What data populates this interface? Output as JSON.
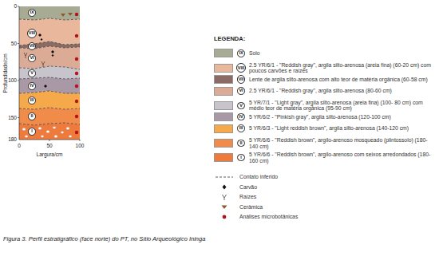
{
  "diagram": {
    "caption": "Figura 3. Perfil estratigráfico (face norte) do PT, no Sítio Arqueológico Ininga",
    "nodes": [
      {
        "text": [
          "IX"
        ]
      },
      {
        "text": [
          "VIII"
        ]
      },
      {
        "text": [
          "VII"
        ]
      },
      {
        "text": [
          "VI"
        ]
      },
      {
        "text": [
          "V"
        ]
      },
      {
        "text": [
          "IV"
        ]
      },
      {
        "text": [
          "III"
        ]
      },
      {
        "text": [
          "II"
        ]
      },
      {
        "text": [
          "I"
        ]
      },
      {
        "text": [
          "IX"
        ]
      },
      {
        "text": [
          "VIII"
        ]
      },
      {
        "text": [
          "VII"
        ]
      },
      {
        "text": [
          "VI"
        ]
      },
      {
        "text": [
          "V"
        ]
      },
      {
        "text": [
          "IV"
        ]
      },
      {
        "text": [
          "III"
        ]
      },
      {
        "text": [
          "II"
        ]
      },
      {
        "text": [
          "I"
        ]
      }
    ],
    "labels": [
      "0",
      "50",
      "100",
      "150",
      "180",
      "0",
      "50",
      "100",
      "Profundidade/cm",
      "Largura/cm",
      "LEGENDA:"
    ],
    "legend": [
      {
        "text": "Solo",
        "color": "#a8ab94"
      },
      {
        "text": "2.5 YR/6/1 - \"Reddish gray\", argila silto-arenosa (areia fina) (60-20 cm) com poucos carvões e raízes",
        "color": "#e9b79c"
      },
      {
        "text": "Lente de argila silto-arenosa com alto teor de matéria orgânica (60-58 cm)",
        "color": "#8b6b63"
      },
      {
        "text": "2.5 YR/6/1 - \"Reddish gray\", argila silto-arenosa (80-60 cm)",
        "color": "#dcab95"
      },
      {
        "text": "5 YR/7/1 - \"Light gray\", argila silto-arenosa (areia fina) (100- 80 cm) com médio teor de matéria orgânica (95-90 cm)",
        "color": "#c7c4cc"
      },
      {
        "text": "5 YR/6/2 - \"Pinkish gray\", argila silto-arenosa (120-100 cm)",
        "color": "#a998a6"
      },
      {
        "text": "5 YR/6/3 - \"Light reddish brown\", argila silto-arenosa (140-120 cm)",
        "color": "#f5a94b"
      },
      {
        "text": "5 YR/6/6 - \"Reddish brown\", argilo-arenoso mosqueado (plintossolo) (180-140 cm)",
        "color": "#f08b4a"
      },
      {
        "text": "5 YR/6/6 - \"Reddish brown\", argilo-arenoso com seixos arredondados (180-160 cm)",
        "color": "#ee7b3c"
      },
      {
        "text": "Contato inferido"
      },
      {
        "text": "Carvão"
      },
      {
        "text": "Raízes"
      },
      {
        "text": "Cerâmica"
      },
      {
        "text": "Análises microbotânicas"
      }
    ]
  }
}
